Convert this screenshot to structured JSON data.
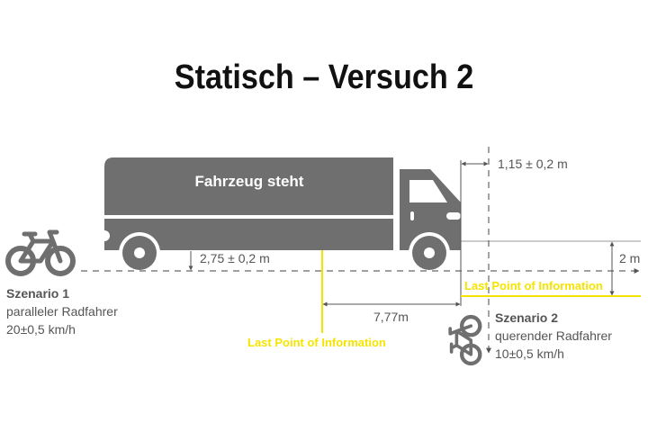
{
  "title": "Statisch – Versuch 2",
  "vehicle_label": "Fahrzeug steht",
  "dimensions": {
    "lateral_offset": "1,15 ± 0,2 m",
    "side_distance": "2,75 ± 0,2 m",
    "longitudinal": "7,77m",
    "lane_offset": "2 m"
  },
  "lpi_label_1": "Last Point of Information",
  "lpi_label_2": "Last Point of Information",
  "scenario1": {
    "title": "Szenario 1",
    "line1": "paralleler Radfahrer",
    "line2": "20±0,5 km/h"
  },
  "scenario2": {
    "title": "Szenario 2",
    "line1": "querender Radfahrer",
    "line2": "10±0,5 km/h"
  },
  "colors": {
    "gray": "#6f6f6f",
    "yellow": "#f5e400",
    "line": "#555555"
  }
}
